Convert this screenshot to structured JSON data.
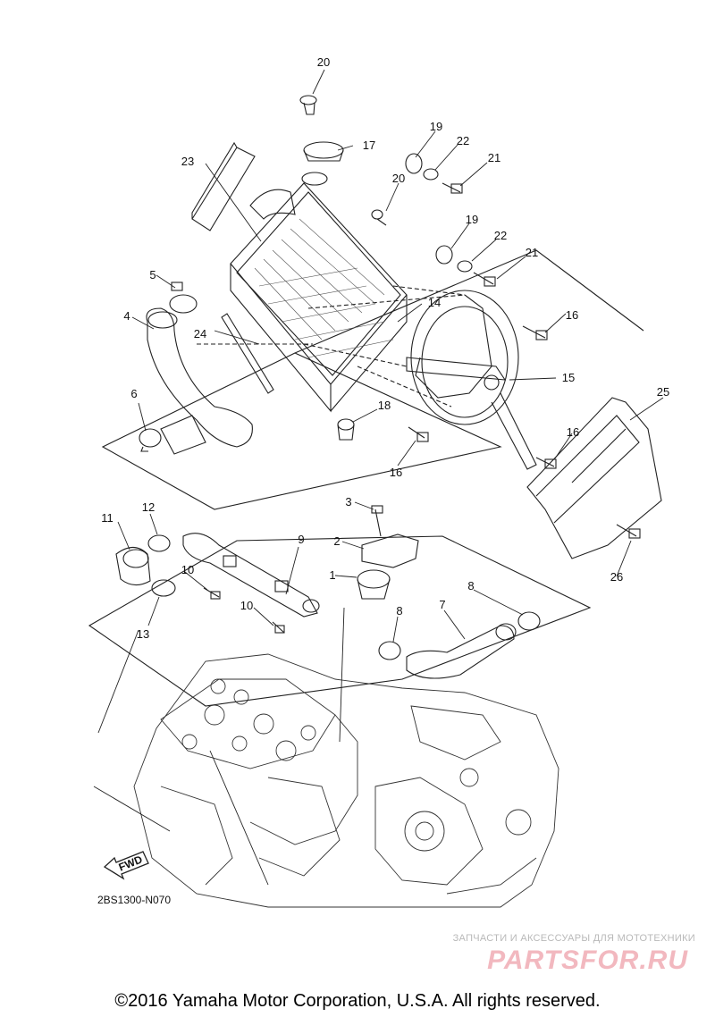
{
  "diagram": {
    "part_labels": [
      "1",
      "2",
      "3",
      "4",
      "5",
      "6",
      "7",
      "8",
      "8",
      "9",
      "10",
      "10",
      "11",
      "12",
      "13",
      "14",
      "15",
      "16",
      "16",
      "16",
      "17",
      "18",
      "19",
      "19",
      "20",
      "20",
      "21",
      "21",
      "22",
      "22",
      "23",
      "24",
      "25",
      "26"
    ],
    "fwd_label": "FWD",
    "drawing_code": "2BS1300-N070"
  },
  "watermark": {
    "tagline": "ЗАПЧАСТИ И АКСЕССУАРЫ ДЛЯ МОТОТЕХНИКИ",
    "logo": "PARTSFOR.RU"
  },
  "footer": {
    "copyright": "©2016 Yamaha Motor Corporation, U.S.A. All rights reserved."
  }
}
